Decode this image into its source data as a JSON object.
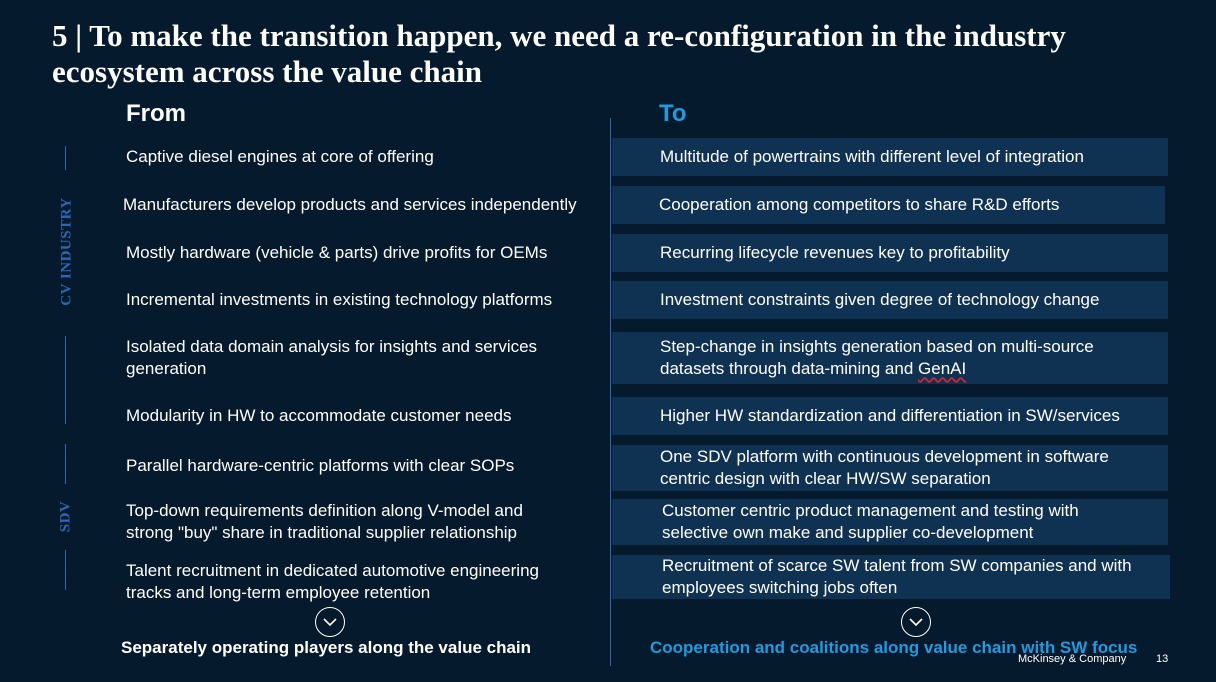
{
  "title": "5 | To make the transition happen, we need a re-configuration in the industry ecosystem across the value chain",
  "from_heading": "From",
  "to_heading": "To",
  "side_labels": {
    "industry": "CV INDUSTRY",
    "sdv": "SDV"
  },
  "rows": [
    {
      "from": "Captive diesel engines at core of offering",
      "to": "Multitude of powertrains with different level of integration"
    },
    {
      "from": "Manufacturers develop products and services independently",
      "to": "Cooperation among competitors to share R&D efforts"
    },
    {
      "from": "Mostly hardware (vehicle & parts) drive profits for OEMs",
      "to": "Recurring lifecycle revenues key to profitability"
    },
    {
      "from": "Incremental investments in existing technology platforms",
      "to": "Investment constraints given degree of technology change"
    },
    {
      "from": "Isolated data domain analysis for insights and services generation",
      "to_part1": "Step-change in insights generation based on multi-source datasets through data-mining and ",
      "to_part2": "GenAI"
    },
    {
      "from": "Modularity in HW to accommodate customer needs",
      "to": "Higher HW standardization and differentiation in SW/services"
    },
    {
      "from": "Parallel hardware-centric platforms with clear SOPs",
      "to": "One SDV platform with continuous development in software centric design with clear HW/SW separation"
    },
    {
      "from": "Top-down requirements definition along V-model and strong \"buy\" share in traditional supplier relationship",
      "to": "Customer centric product management and testing with selective own make and supplier co-development"
    },
    {
      "from": "Talent recruitment in dedicated automotive engineering tracks and long-term employee retention",
      "to": "Recruitment of scarce SW talent from SW companies and with employees switching jobs often"
    }
  ],
  "bottom_from": "Separately operating players along the value chain",
  "bottom_to": "Cooperation and coalitions along value chain with SW focus",
  "footer": {
    "brand": "McKinsey & Company",
    "page": "13"
  },
  "colors": {
    "background": "#061a2d",
    "accent": "#1f9be0",
    "row_fill": "#0f3252",
    "line": "#2a68b4"
  },
  "icons": {
    "chevron": "chevron-down-circle-icon"
  }
}
